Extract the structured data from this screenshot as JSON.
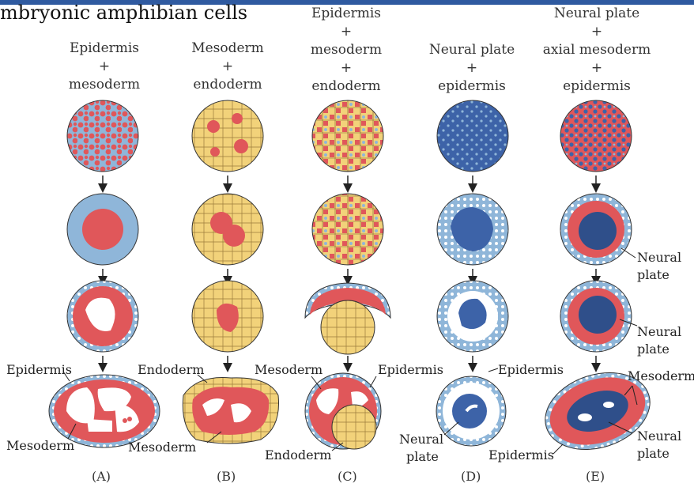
{
  "title": "mbryonic amphibian cells",
  "colors": {
    "epidermis": "#8fb6d9",
    "mesoderm": "#e0575a",
    "endoderm": "#f2d27a",
    "neural": "#3d63a8",
    "header_bar": "#2f5aa0"
  },
  "columns": [
    {
      "header": [
        "Epidermis",
        "+",
        "mesoderm"
      ],
      "panel": "(A)"
    },
    {
      "header": [
        "Mesoderm",
        "+",
        "endoderm"
      ],
      "panel": "(B)"
    },
    {
      "header": [
        "Epidermis",
        "+",
        "mesoderm",
        "+",
        "endoderm"
      ],
      "panel": "(C)"
    },
    {
      "header": [
        "Neural plate",
        "+",
        "epidermis"
      ],
      "panel": "(D)"
    },
    {
      "header": [
        "Neural plate",
        "+",
        "axial mesoderm",
        "+",
        "epidermis"
      ],
      "panel": "(E)"
    }
  ],
  "labels": {
    "a_epidermis": "Epidermis",
    "a_mesoderm": "Mesoderm",
    "b_endoderm": "Endoderm",
    "b_mesoderm": "Mesoderm",
    "c_mesoderm": "Mesoderm",
    "c_epidermis": "Epidermis",
    "c_endoderm": "Endoderm",
    "d_epidermis": "Epidermis",
    "d_neural_1": "Neural",
    "d_neural_2": "plate",
    "e_neural_a1": "Neural",
    "e_neural_a2": "plate",
    "e_neural_b1": "Neural",
    "e_neural_b2": "plate",
    "e_mesoderm": "Mesoderm",
    "e_neural_c1": "Neural",
    "e_neural_c2": "plate",
    "e_epidermis": "Epidermis"
  }
}
